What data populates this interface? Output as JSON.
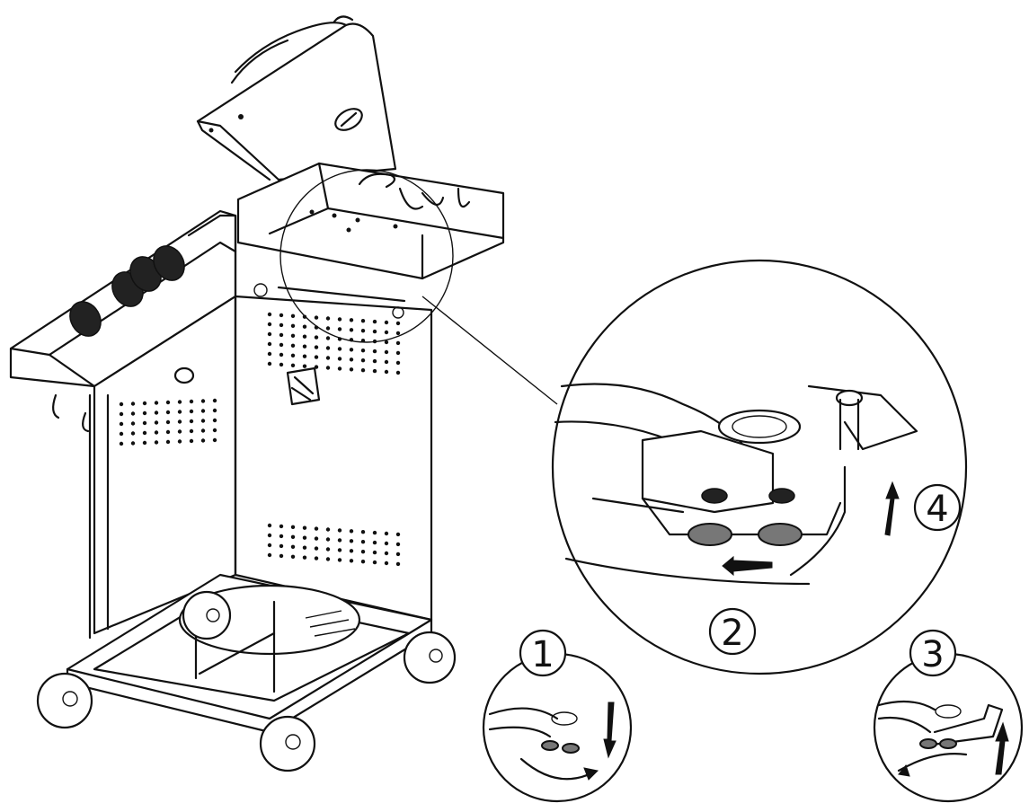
{
  "diagram": {
    "steps": [
      {
        "id": "step-1",
        "label": "1"
      },
      {
        "id": "step-2",
        "label": "2"
      },
      {
        "id": "step-3",
        "label": "3"
      },
      {
        "id": "step-4",
        "label": "4"
      }
    ],
    "colors": {
      "line": "#111111",
      "background": "#ffffff",
      "valve_grey": "#777777",
      "knob": "#222222"
    }
  }
}
